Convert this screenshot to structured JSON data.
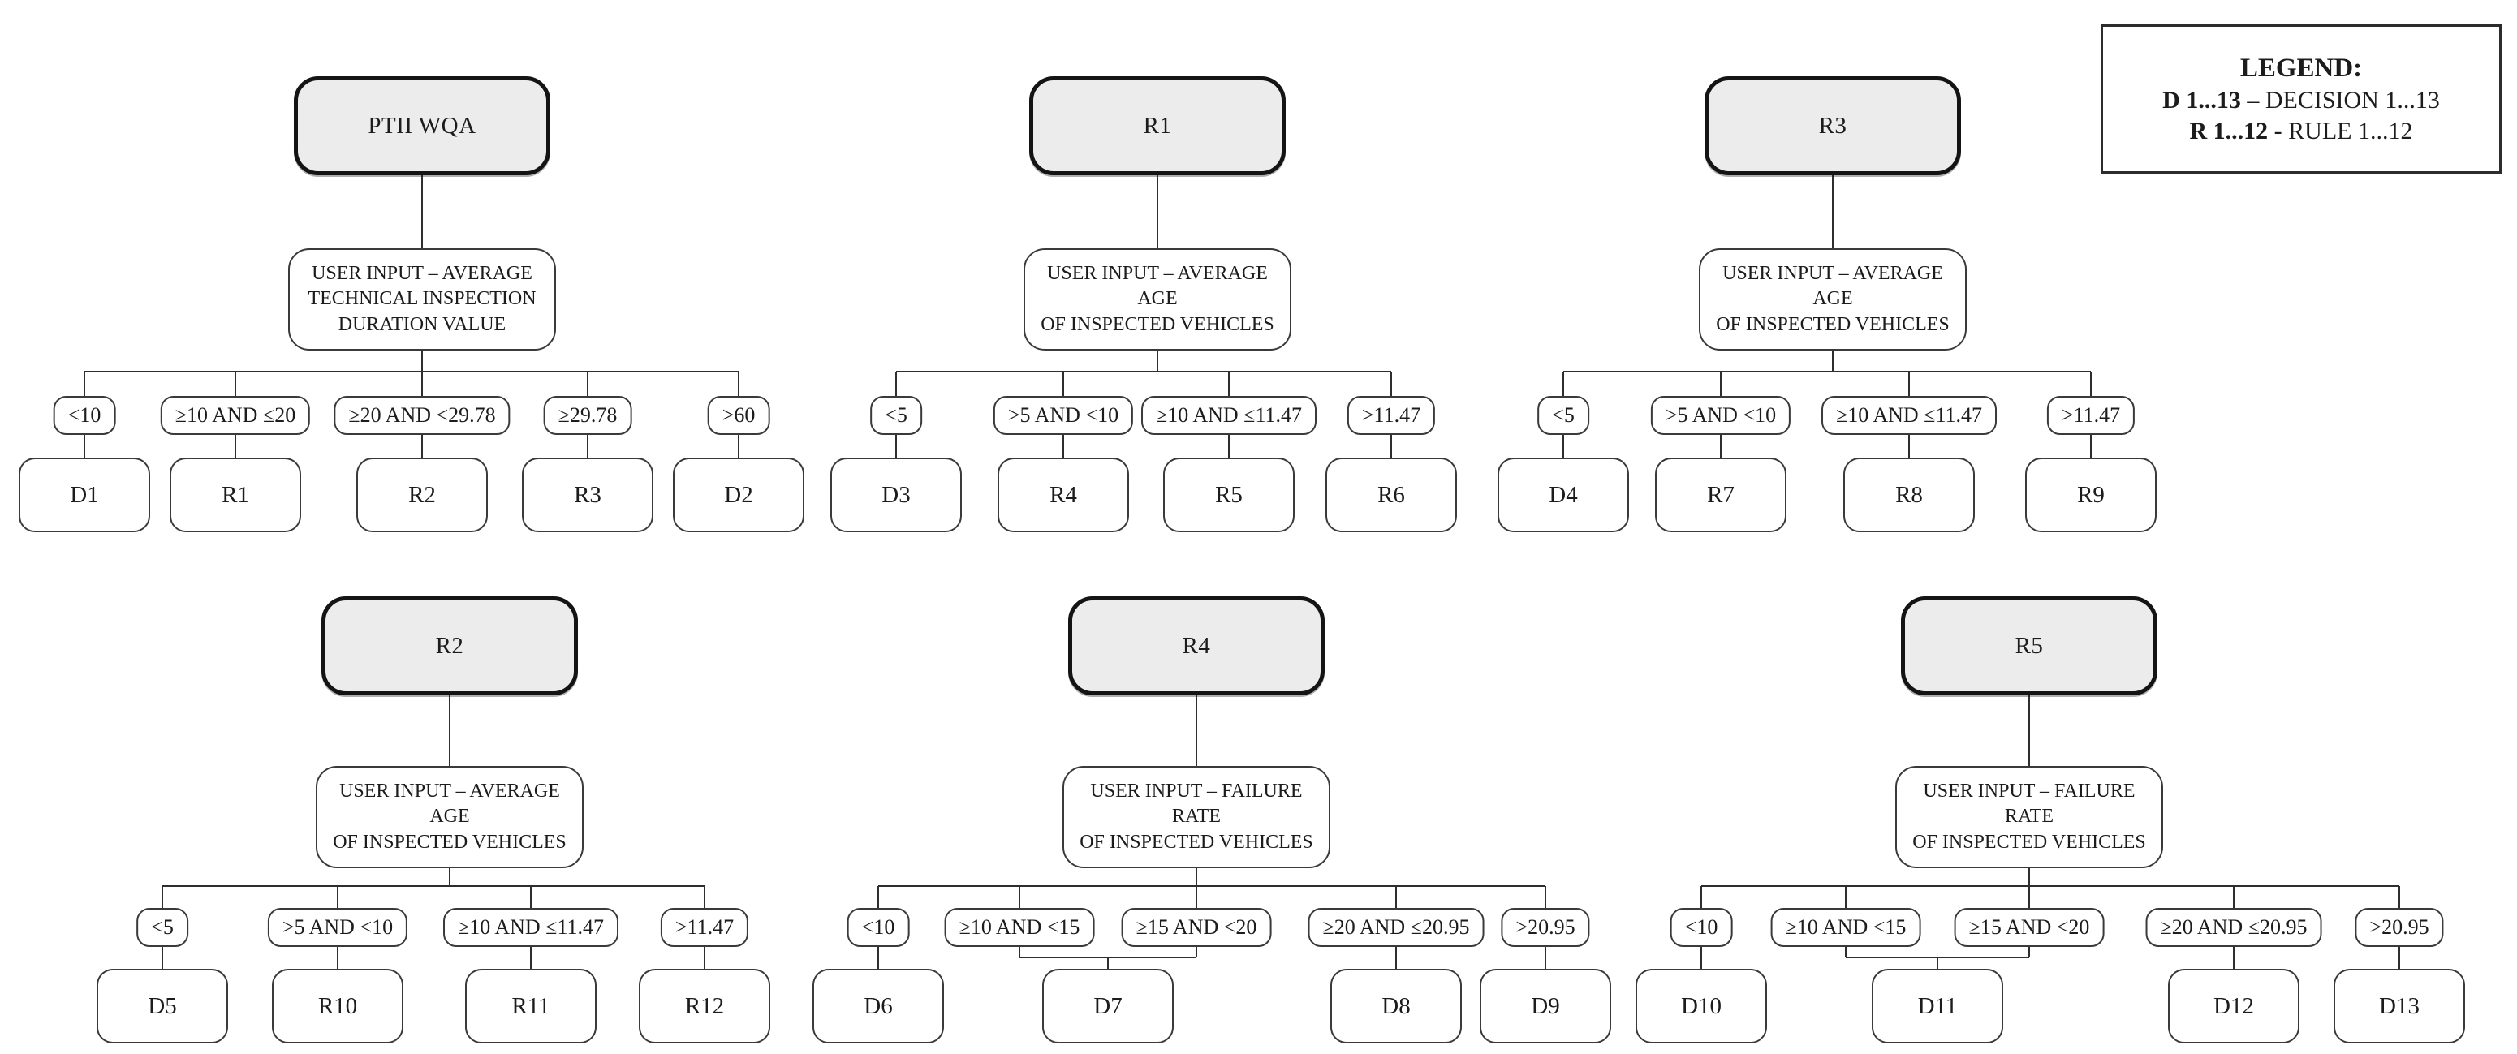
{
  "legend": {
    "title": "LEGEND:",
    "entries": [
      {
        "key": "D 1...13",
        "rest": " – DECISION 1...13"
      },
      {
        "key": "R 1...12",
        "rest": " - RULE 1...12"
      }
    ]
  },
  "trees": [
    {
      "name": "PTII WQA",
      "root": "PTII WQA",
      "input": "USER INPUT – AVERAGE\nTECHNICAL INSPECTION\nDURATION VALUE",
      "branches": [
        {
          "condition": "<10",
          "outcome": "D1"
        },
        {
          "condition": "≥10 AND ≤20",
          "outcome": "R1"
        },
        {
          "condition": "≥20 AND <29.78",
          "outcome": "R2"
        },
        {
          "condition": "≥29.78",
          "outcome": "R3"
        },
        {
          "condition": ">60",
          "outcome": "D2"
        }
      ]
    },
    {
      "name": "R1",
      "root": "R1",
      "input": "USER INPUT – AVERAGE AGE\nOF INSPECTED VEHICLES",
      "branches": [
        {
          "condition": "<5",
          "outcome": "D3"
        },
        {
          "condition": ">5 AND <10",
          "outcome": "R4"
        },
        {
          "condition": "≥10 AND ≤11.47",
          "outcome": "R5"
        },
        {
          "condition": ">11.47",
          "outcome": "R6"
        }
      ]
    },
    {
      "name": "R3",
      "root": "R3",
      "input": "USER INPUT – AVERAGE AGE\nOF INSPECTED VEHICLES",
      "branches": [
        {
          "condition": "<5",
          "outcome": "D4"
        },
        {
          "condition": ">5 AND <10",
          "outcome": "R7"
        },
        {
          "condition": "≥10 AND ≤11.47",
          "outcome": "R8"
        },
        {
          "condition": ">11.47",
          "outcome": "R9"
        }
      ]
    },
    {
      "name": "R2",
      "root": "R2",
      "input": "USER INPUT – AVERAGE AGE\nOF INSPECTED VEHICLES",
      "branches": [
        {
          "condition": "<5",
          "outcome": "D5"
        },
        {
          "condition": ">5 AND <10",
          "outcome": "R10"
        },
        {
          "condition": "≥10 AND ≤11.47",
          "outcome": "R11"
        },
        {
          "condition": ">11.47",
          "outcome": "R12"
        }
      ]
    },
    {
      "name": "R4",
      "root": "R4",
      "input": "USER INPUT – FAILURE RATE\nOF INSPECTED VEHICLES",
      "branches": [
        {
          "condition": "<10",
          "outcome": "D6"
        },
        {
          "condition": "≥10 AND <15",
          "outcome": "D7"
        },
        {
          "condition": "≥15 AND <20",
          "outcome": "D7"
        },
        {
          "condition": "≥20 AND ≤20.95",
          "outcome": "D8"
        },
        {
          "condition": ">20.95",
          "outcome": "D9"
        }
      ]
    },
    {
      "name": "R5",
      "root": "R5",
      "input": "USER INPUT – FAILURE RATE\nOF INSPECTED VEHICLES",
      "branches": [
        {
          "condition": "<10",
          "outcome": "D10"
        },
        {
          "condition": "≥10 AND <15",
          "outcome": "D11"
        },
        {
          "condition": "≥15 AND <20",
          "outcome": "D11"
        },
        {
          "condition": "≥20 AND ≤20.95",
          "outcome": "D12"
        },
        {
          "condition": ">20.95",
          "outcome": "D13"
        }
      ]
    }
  ]
}
